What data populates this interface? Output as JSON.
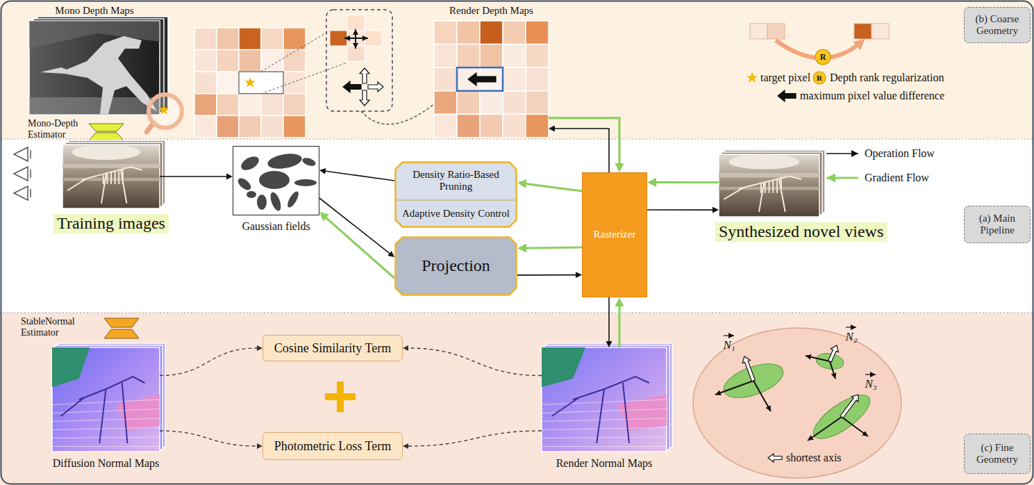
{
  "diagram": {
    "nodes": [
      {
        "text": [
          "Mono Depth Maps"
        ]
      },
      {
        "text": [
          "Render Depth Maps"
        ]
      },
      {
        "text": [
          "(b) Coarse Geometry"
        ]
      },
      {
        "text": [
          "Training images"
        ]
      },
      {
        "text": [
          "Gaussian fields"
        ]
      },
      {
        "text": [
          "Density Ratio-Based Pruning"
        ]
      },
      {
        "text": [
          "Adaptive Density Control"
        ]
      },
      {
        "text": [
          "Projection"
        ]
      },
      {
        "text": [
          "Rasterizer"
        ]
      },
      {
        "text": [
          "Synthesized novel views"
        ]
      },
      {
        "text": [
          "(a) Main Pipeline"
        ]
      },
      {
        "text": [
          "Diffusion Normal Maps"
        ]
      },
      {
        "text": [
          "Cosine Similarity Term"
        ]
      },
      {
        "text": [
          "Photometric Loss Term"
        ]
      },
      {
        "text": [
          "Render Normal Maps"
        ]
      },
      {
        "text": [
          "(c) Fine Geometry"
        ]
      }
    ],
    "edges": [
      {
        "from": 3,
        "to": 4,
        "arrow": "to"
      },
      {
        "from": 4,
        "to": 7,
        "arrow": "to"
      },
      {
        "from": 7,
        "to": 4,
        "arrow": "to"
      },
      {
        "from": 5,
        "to": 4,
        "arrow": "to"
      },
      {
        "from": 8,
        "to": 5,
        "arrow": "to"
      },
      {
        "from": 7,
        "to": 8,
        "arrow": "to"
      },
      {
        "from": 8,
        "to": 7,
        "arrow": "to"
      },
      {
        "from": 8,
        "to": 9,
        "arrow": "to"
      },
      {
        "from": 9,
        "to": 8,
        "arrow": "to"
      },
      {
        "from": 8,
        "to": 1,
        "arrow": "to"
      },
      {
        "from": 1,
        "to": 8,
        "arrow": "to"
      },
      {
        "from": 8,
        "to": 14,
        "arrow": "to"
      },
      {
        "from": 14,
        "to": 8,
        "arrow": "to"
      },
      {
        "from": 11,
        "to": 12,
        "arrow": "to"
      },
      {
        "from": 14,
        "to": 12,
        "arrow": "to"
      },
      {
        "from": 11,
        "to": 13,
        "arrow": "to"
      },
      {
        "from": 14,
        "to": 13,
        "arrow": "to"
      }
    ],
    "labels": [
      "Mono-Depth Estimator",
      "R",
      "R",
      "StableNormal Estimator",
      "N₁",
      "N₂",
      "N₃",
      "shortest axis"
    ],
    "legend": [
      {
        "text": "target pixel"
      },
      {
        "text": "Depth rank regularization"
      },
      {
        "text": "maximum pixel value difference"
      },
      {
        "text": "Operation Flow"
      },
      {
        "text": "Gradient Flow"
      }
    ]
  }
}
